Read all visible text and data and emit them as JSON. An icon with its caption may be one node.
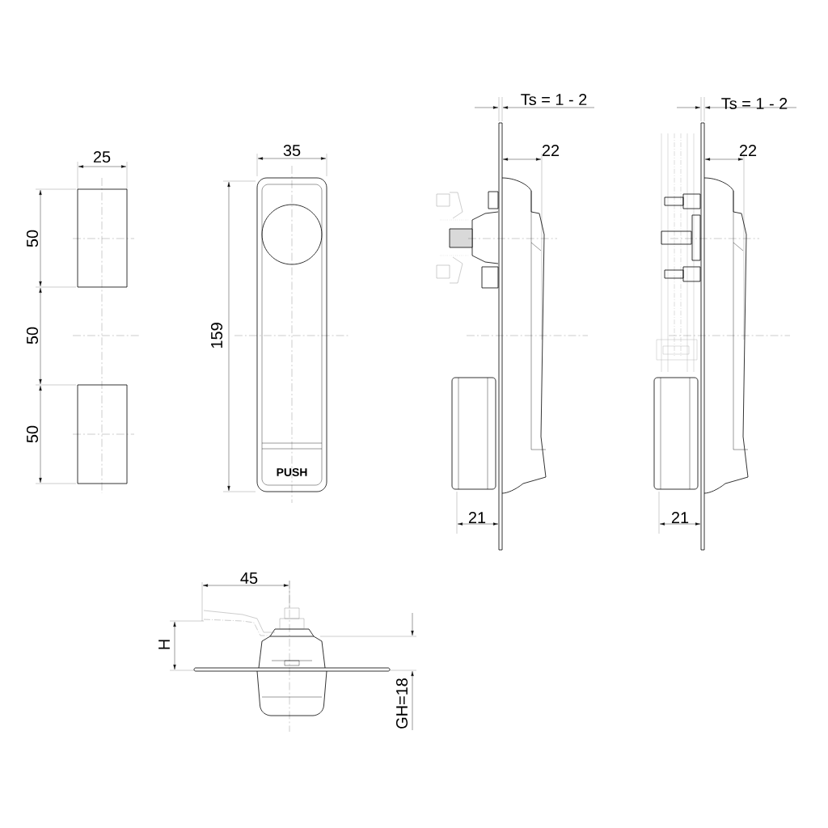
{
  "diagram": {
    "labels": [
      "Ts = 1 - 2",
      "Ts = 1 - 2",
      "35",
      "22",
      "22",
      "25",
      "50",
      "159",
      "50",
      "50",
      "PUSH",
      "21",
      "21",
      "45",
      "H",
      "GH=18"
    ]
  }
}
